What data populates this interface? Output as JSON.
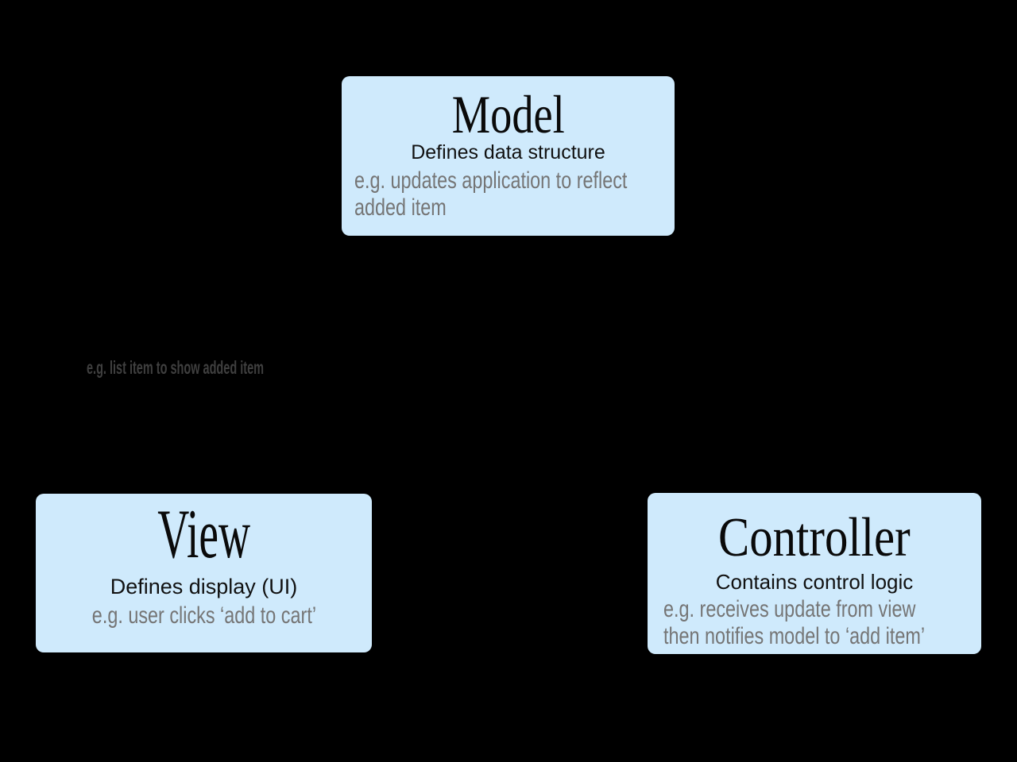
{
  "colors": {
    "background": "#000000",
    "box_fill": "#cfeafc",
    "title": "#0a0a0a",
    "subtitle": "#111111",
    "example": "#757575",
    "edge_label": "#3f3f3f"
  },
  "boxes": {
    "model": {
      "title": "Model",
      "subtitle": "Defines data structure",
      "example_lines": [
        "e.g. updates application to reflect",
        "added item"
      ]
    },
    "view": {
      "title": "View",
      "subtitle": "Defines display (UI)",
      "example_lines": [
        "e.g. user clicks ‘add to cart’"
      ]
    },
    "controller": {
      "title": "Controller",
      "subtitle": "Contains control logic",
      "example_lines": [
        "e.g. receives update from view",
        "then notifies model to ‘add item’"
      ]
    }
  },
  "edge_label": "e.g. list item to show added item"
}
